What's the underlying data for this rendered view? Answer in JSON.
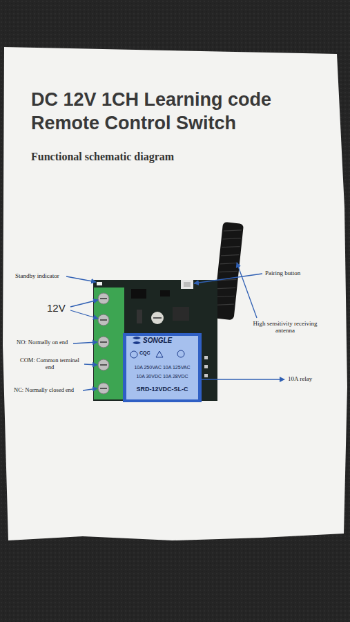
{
  "diagram": {
    "title": "DC 12V 1CH Learning code Remote Control Switch",
    "labels": [
      "Functional schematic diagram",
      "Standby indicator",
      "12V",
      "NO: Normally on end",
      "COM: Common terminal end",
      "NC: Normally closed end",
      "Pairing button",
      "High sensitivity receiving antenna",
      "10A relay",
      "SONGLE",
      "CQC",
      "10A 250VAC 10A 125VAC",
      "10A 30VDC 10A 28VDC",
      "SRD-12VDC-SL-C"
    ]
  }
}
